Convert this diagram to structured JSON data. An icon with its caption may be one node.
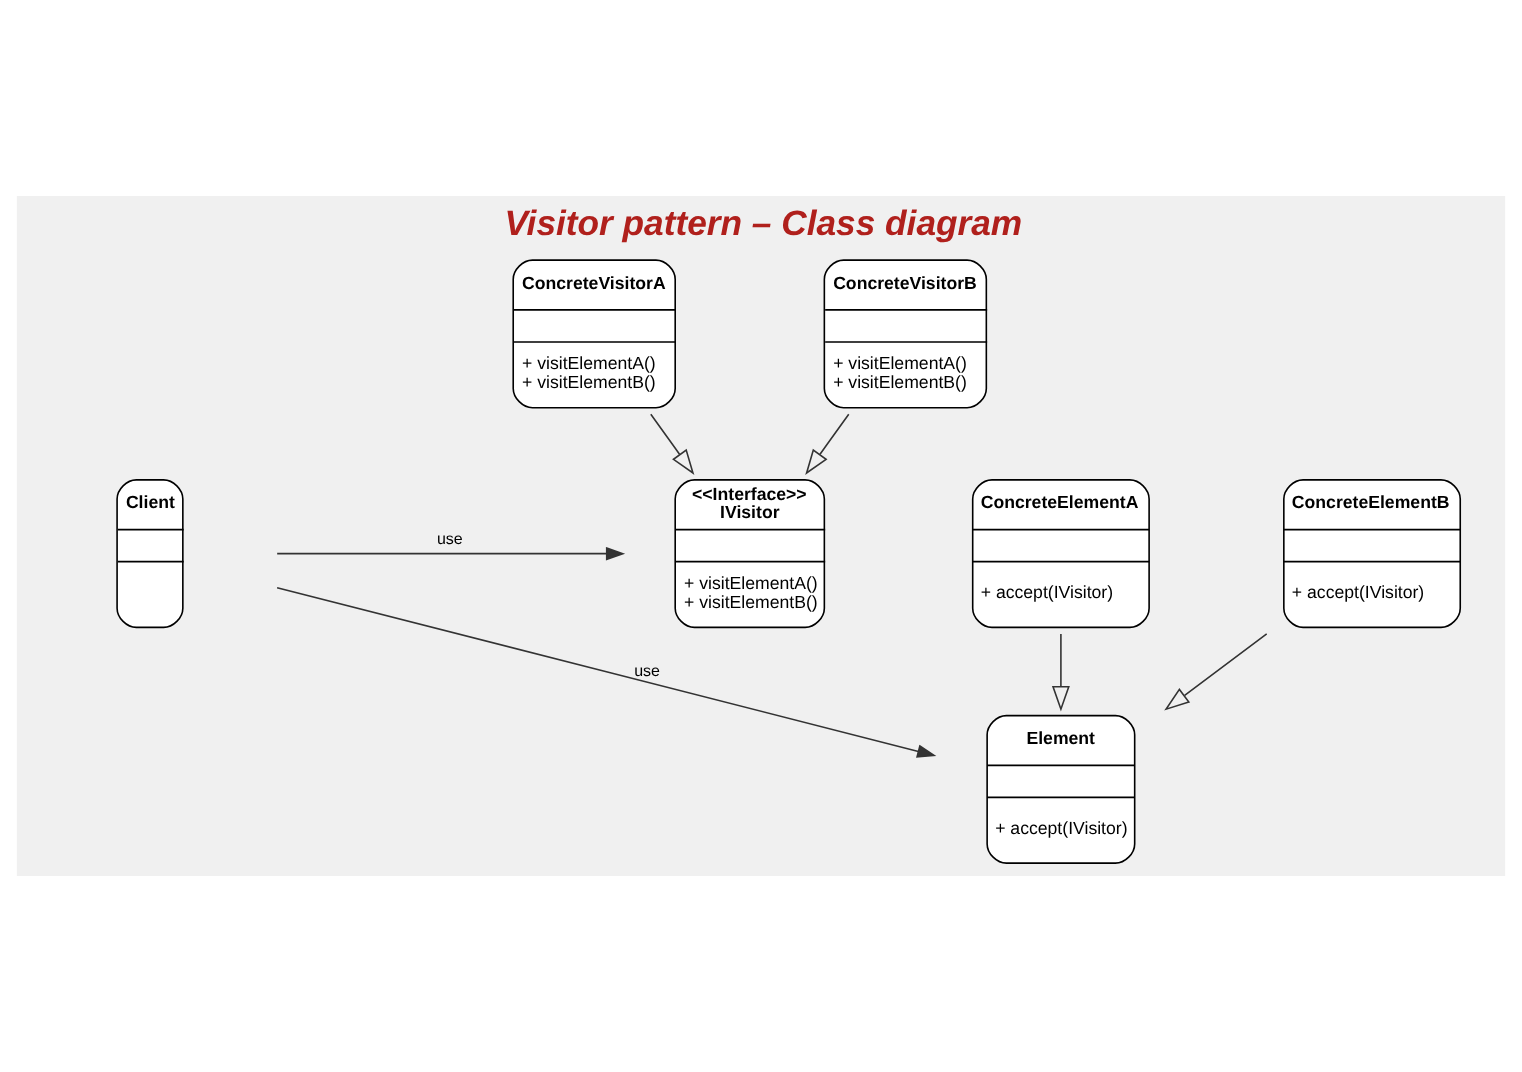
{
  "diagram": {
    "title": "Visitor pattern – Class diagram",
    "nodes": [
      {
        "text": [
          "Client"
        ]
      },
      {
        "text": [
          "<<Interface>>",
          "IVisitor",
          "+ visitElementA()",
          "+ visitElementB()"
        ]
      },
      {
        "text": [
          "Element",
          "+ accept(IVisitor)"
        ]
      },
      {
        "text": [
          "ConcreteVisitorA",
          "+ visitElementA()",
          "+ visitElementB()"
        ]
      },
      {
        "text": [
          "ConcreteVisitorB",
          "+ visitElementA()",
          "+ visitElementB()"
        ]
      },
      {
        "text": [
          "ConcreteElementA",
          "+ accept(IVisitor)"
        ]
      },
      {
        "text": [
          "ConcreteElementB",
          "+ accept(IVisitor)"
        ]
      }
    ],
    "edges": [
      {
        "from": 0,
        "to": 1,
        "arrow": "to",
        "label": "use"
      },
      {
        "from": 0,
        "to": 2,
        "arrow": "to",
        "label": "use"
      },
      {
        "from": 3,
        "to": 1,
        "arrow": "to"
      },
      {
        "from": 4,
        "to": 1,
        "arrow": "to"
      },
      {
        "from": 5,
        "to": 2,
        "arrow": "to"
      },
      {
        "from": 6,
        "to": 2,
        "arrow": "to"
      }
    ]
  }
}
